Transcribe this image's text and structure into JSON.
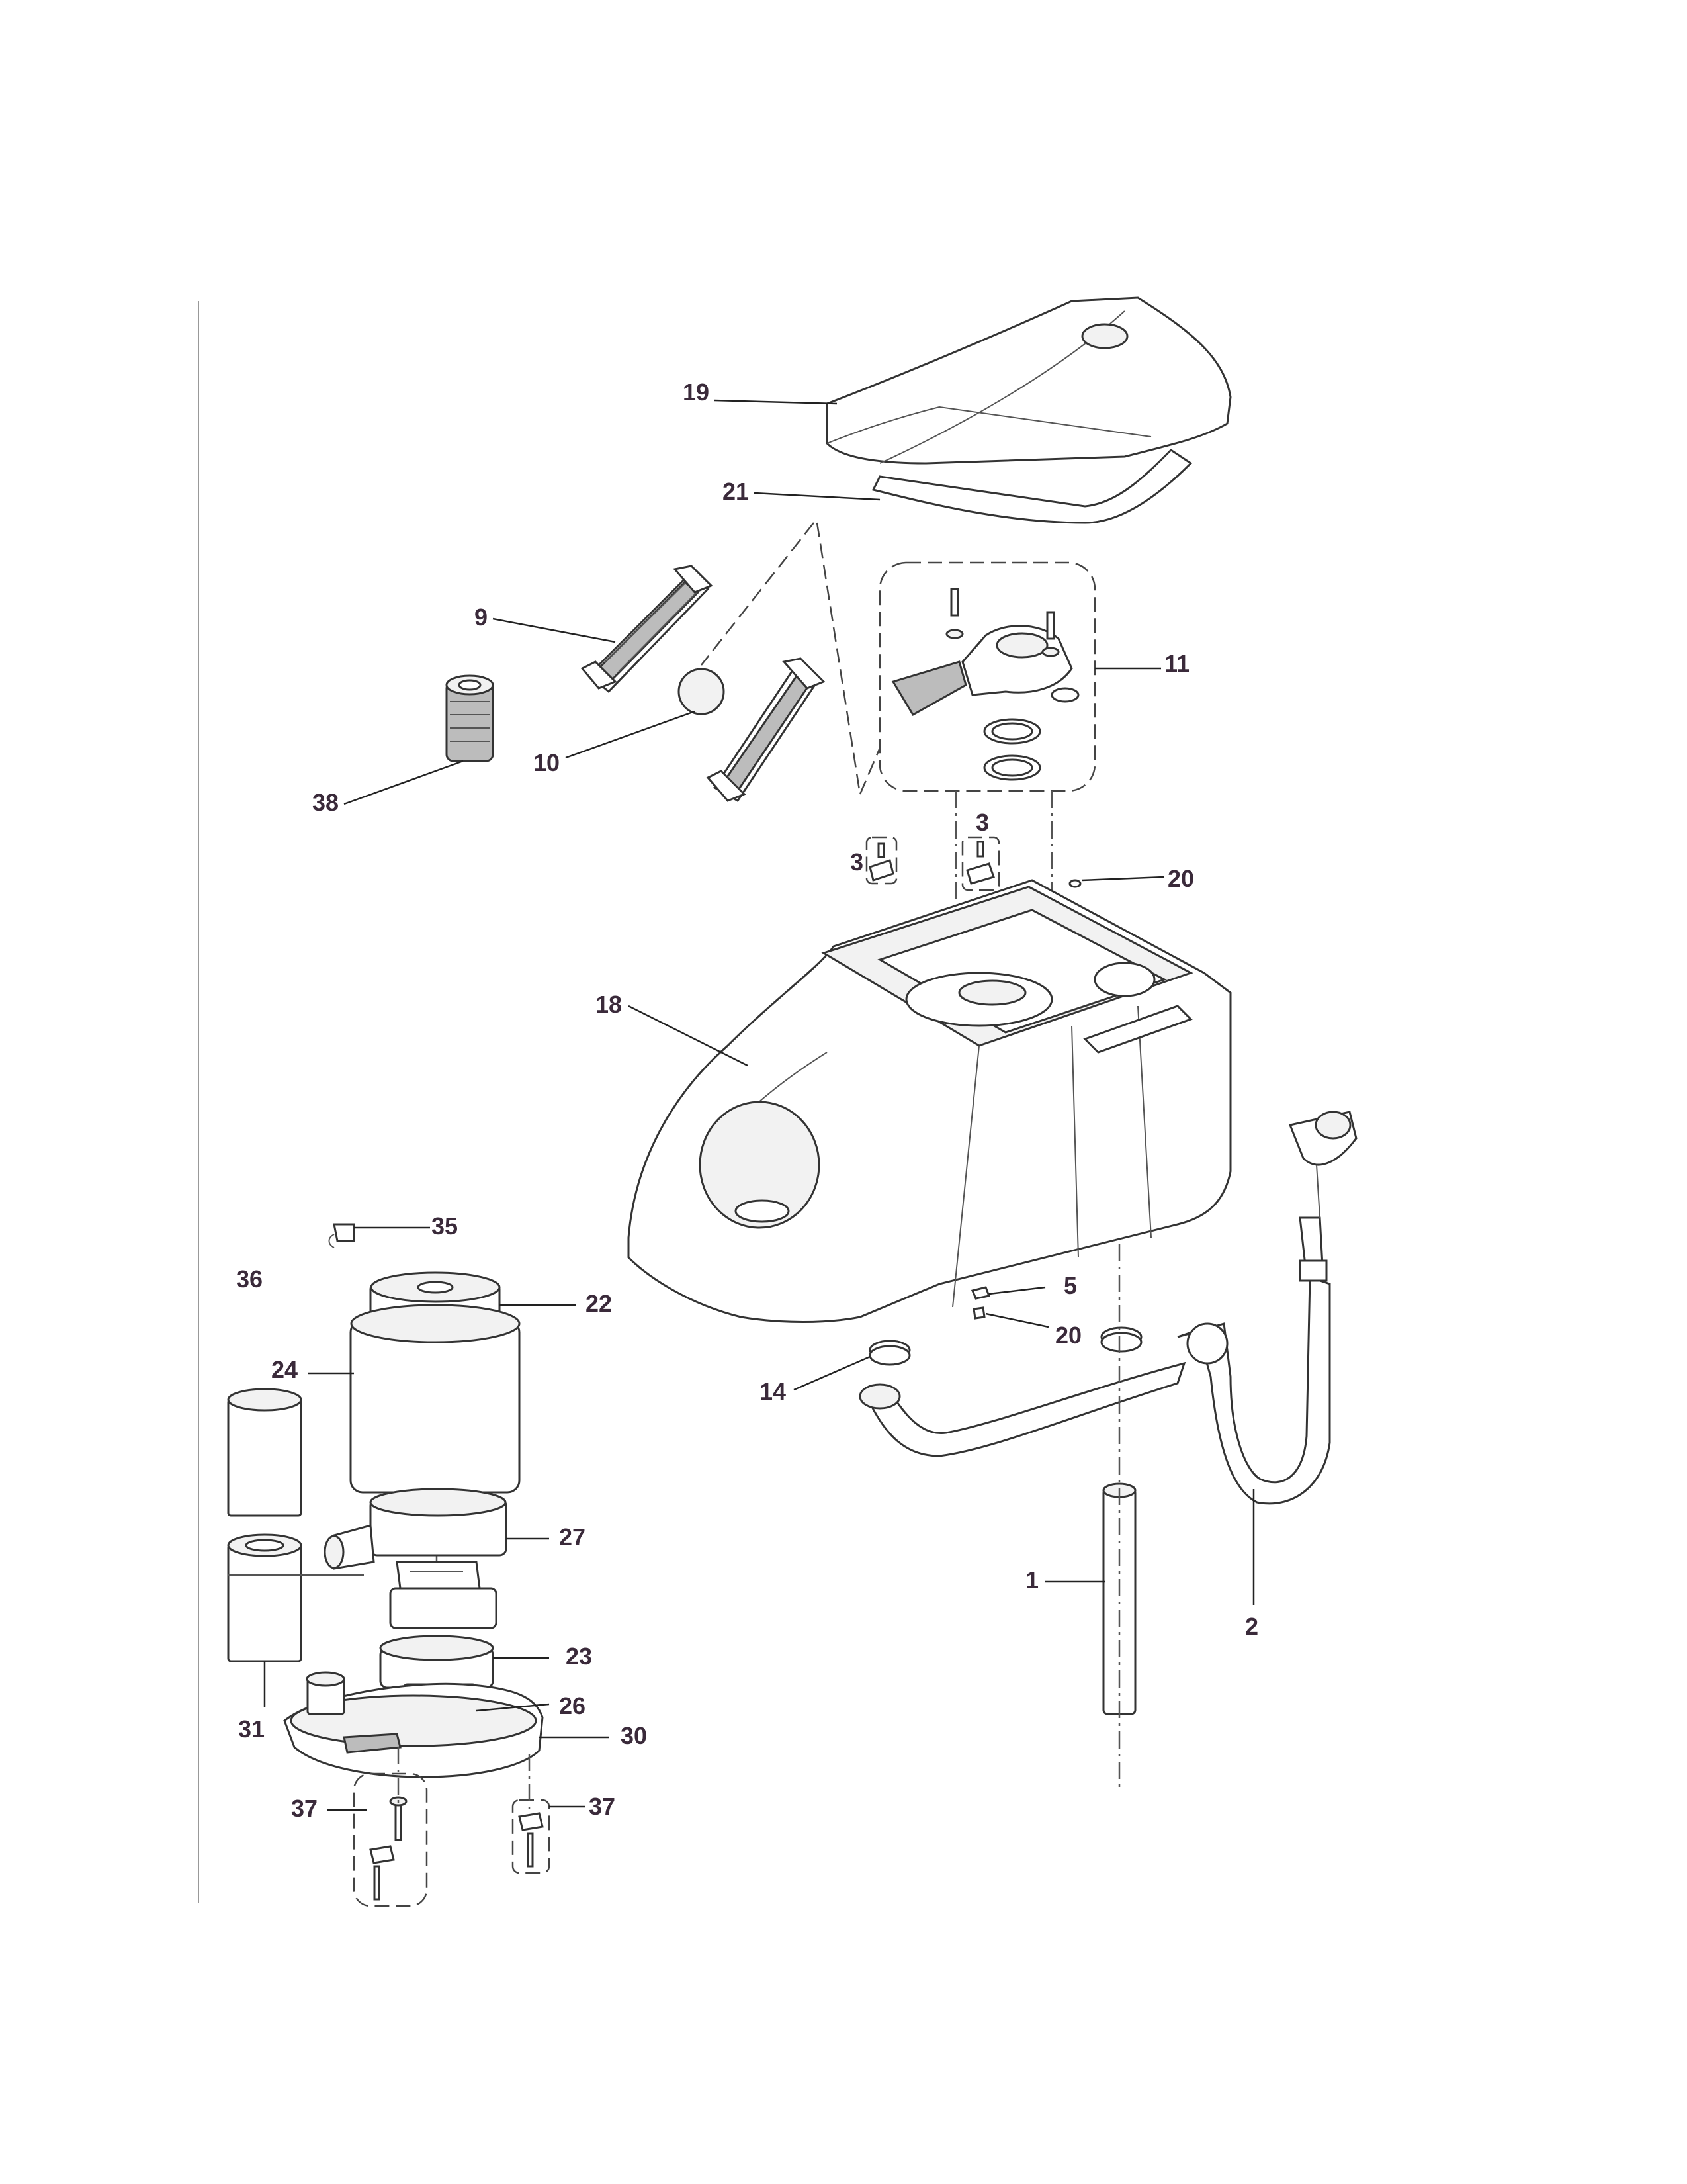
{
  "diagram": {
    "callouts": [
      {
        "id": "c19",
        "text": "19"
      },
      {
        "id": "c21",
        "text": "21"
      },
      {
        "id": "c9",
        "text": "9"
      },
      {
        "id": "c10",
        "text": "10"
      },
      {
        "id": "c38",
        "text": "38"
      },
      {
        "id": "c11",
        "text": "11"
      },
      {
        "id": "c3a",
        "text": "3"
      },
      {
        "id": "c3b",
        "text": "3"
      },
      {
        "id": "c20a",
        "text": "20"
      },
      {
        "id": "c18",
        "text": "18"
      },
      {
        "id": "c35",
        "text": "35"
      },
      {
        "id": "c36",
        "text": "36"
      },
      {
        "id": "c22",
        "text": "22"
      },
      {
        "id": "c24",
        "text": "24"
      },
      {
        "id": "c5",
        "text": "5"
      },
      {
        "id": "c20b",
        "text": "20"
      },
      {
        "id": "c14",
        "text": "14"
      },
      {
        "id": "c27",
        "text": "27"
      },
      {
        "id": "c1",
        "text": "1"
      },
      {
        "id": "c2",
        "text": "2"
      },
      {
        "id": "c23",
        "text": "23"
      },
      {
        "id": "c26",
        "text": "26"
      },
      {
        "id": "c30",
        "text": "30"
      },
      {
        "id": "c31",
        "text": "31"
      },
      {
        "id": "c37a",
        "text": "37"
      },
      {
        "id": "c37b",
        "text": "37"
      }
    ]
  }
}
